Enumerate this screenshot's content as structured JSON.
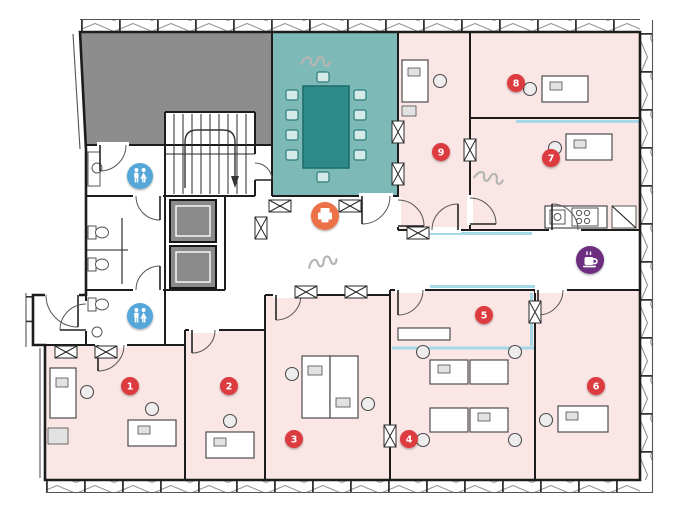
{
  "palette": {
    "room_pink": "#fae6e4",
    "room_teal": "#7cb9b7",
    "room_gray": "#8d8d8d",
    "table_teal": "#2e8a88",
    "chair_teal": "#d4eae9",
    "wall": "#1d1d1d",
    "glass": "#a6d9e8",
    "badge_red": "#dc3a41",
    "badge_blue": "#55a6d9",
    "badge_orange": "#ec7146",
    "badge_purple": "#6d2d80",
    "furniture_stroke": "#4c4c4c",
    "plant": "#b5b5b5",
    "window": "#9a9a9a"
  },
  "rooms": [
    {
      "number": "1"
    },
    {
      "number": "2"
    },
    {
      "number": "3"
    },
    {
      "number": "4"
    },
    {
      "number": "5"
    },
    {
      "number": "6"
    },
    {
      "number": "7"
    },
    {
      "number": "8"
    },
    {
      "number": "9"
    }
  ],
  "icons": {
    "restroom_upper": "restroom",
    "restroom_lower": "restroom",
    "printer": "printer",
    "coffee": "coffee"
  }
}
